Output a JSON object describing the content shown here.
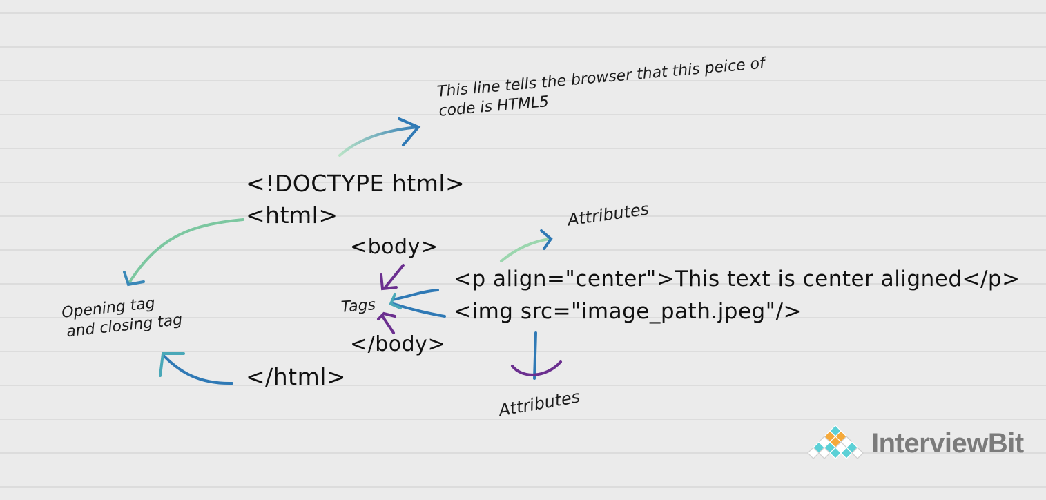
{
  "code_lines": {
    "doctype": "<!DOCTYPE html>",
    "html_open": "<html>",
    "body_open": "<body>",
    "p_line": "<p align=\"center\">This text is center aligned</p>",
    "img_line": "<img src=\"image_path.jpeg\"/>",
    "body_close": "</body>",
    "html_close": "</html>"
  },
  "annotations": {
    "doctype_note_line1": "This line tells the browser that this peice of",
    "doctype_note_line2": "code is HTML5",
    "tags_note_line1": "Opening tag",
    "tags_note_line2": "and closing tag",
    "tags": "Tags",
    "attributes_top": "Attributes",
    "attributes_bottom": "Attributes"
  },
  "logo": {
    "brand": "InterviewBit"
  },
  "colors": {
    "green": "#7cc7a0",
    "blue": "#2f79b5",
    "purple": "#6b2f8f",
    "teal": "#4aa8b8",
    "background": "#ebebeb"
  }
}
